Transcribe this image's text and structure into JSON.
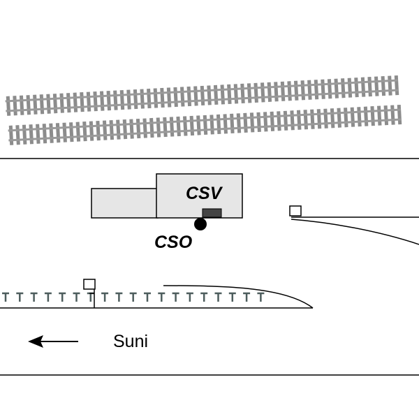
{
  "labels": {
    "building": "CSV",
    "signal": "CSO",
    "direction": "Suni"
  },
  "colors": {
    "line": "#000000",
    "building_fill": "#e6e6e6",
    "rail": "#9a9a9a",
    "sleeper": "#8c8c8c",
    "marker": "#4d5d5d",
    "signal_box": "#444444"
  },
  "icons": {
    "direction": "arrow-left-icon",
    "signal": "signal-dot-icon"
  }
}
